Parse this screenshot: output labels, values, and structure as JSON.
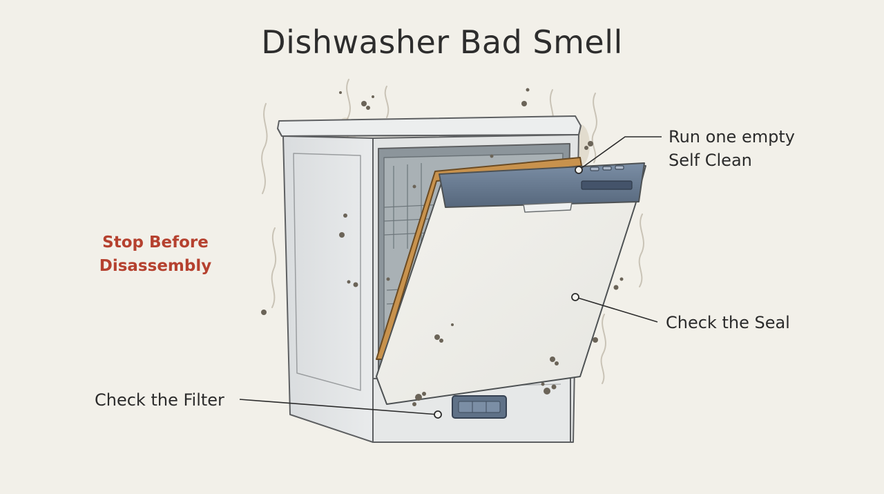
{
  "title": "Dishwasher Bad Smell",
  "warning": {
    "line1": "Stop Before",
    "line2": "Disassembly",
    "color": "#b5412f"
  },
  "callouts": {
    "self_clean": {
      "line1": "Run one empty",
      "line2": "Self Clean"
    },
    "seal": {
      "text": "Check the Seal"
    },
    "filter": {
      "text": "Check the Filter"
    }
  },
  "colors": {
    "background": "#f2f0e9",
    "door_panel": "#5f7187",
    "gasket": "#c8924d",
    "grime": "#6b6458"
  }
}
